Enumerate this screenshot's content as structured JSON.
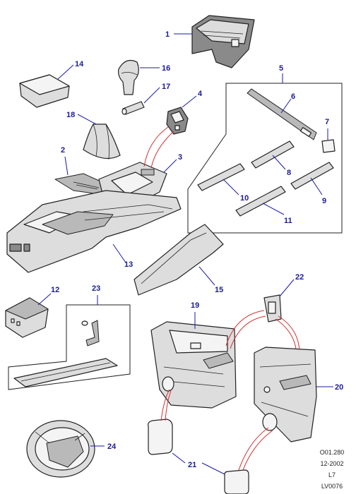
{
  "callouts": {
    "c1": "1",
    "c2": "2",
    "c3": "3",
    "c4": "4",
    "c5": "5",
    "c6": "6",
    "c7": "7",
    "c8": "8",
    "c9": "9",
    "c10": "10",
    "c11": "11",
    "c12": "12",
    "c13": "13",
    "c14": "14",
    "c15": "15",
    "c16": "16",
    "c17": "17",
    "c18": "18",
    "c19": "19",
    "c20": "20",
    "c21": "21",
    "c22": "22",
    "c23": "23",
    "c24": "24"
  },
  "reference": {
    "code": "O01.280",
    "date": "12-2002",
    "model": "L7",
    "drawing": "LV0076"
  },
  "colors": {
    "callout_text": "#1a1a9c",
    "leader_line": "#1a1aa8",
    "part_fill": "#dddddd",
    "part_outline": "#222222",
    "connector_line": "#d43030"
  }
}
